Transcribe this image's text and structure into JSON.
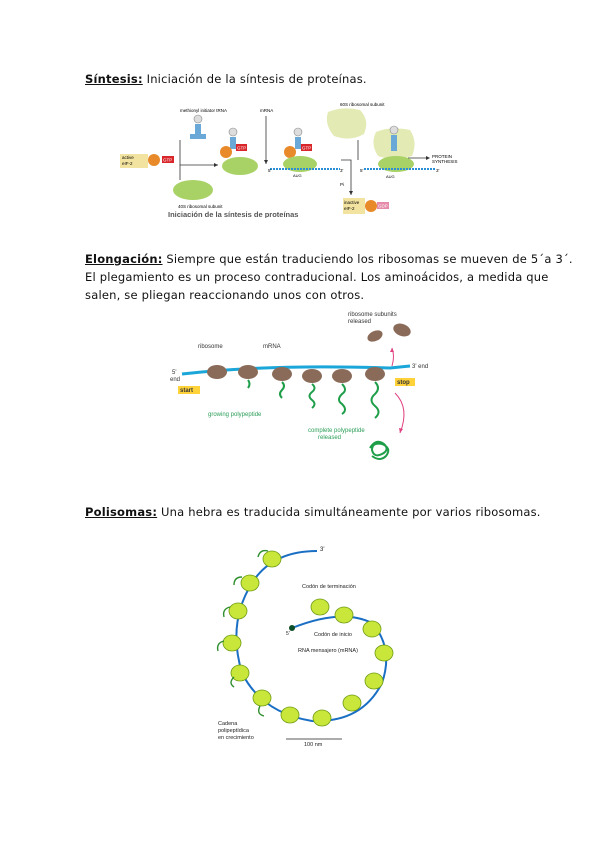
{
  "sections": {
    "sintesis": {
      "heading": "Síntesis:",
      "text": " Iniciación de la síntesis de proteínas."
    },
    "elongacion": {
      "heading": "Elongación:",
      "text": " Siempre que están traduciendo los ribosomas se mueven de 5´a 3´.",
      "line2": "El plegamiento es un proceso contraducional. Los aminoácidos, a medida que",
      "line3": "salen, se pliegan reaccionando unos con otros."
    },
    "polisomas": {
      "heading": "Polisomas:",
      "text": " Una hebra es traducida simultáneamente por varios ribosomas."
    }
  },
  "fig1": {
    "methionyl": "methionyl initiator tRNA",
    "mrna": "mRNA",
    "subunit60": "60S ribosomal subunit",
    "active": "active",
    "eif2": "eIF-2",
    "gtp": "GTP",
    "five": "5'",
    "three": "3'",
    "aug": "AUG",
    "protein": "PROTEIN",
    "synthesis": "SYNTHESIS",
    "subunit40": "40S ribosomal subunit",
    "pi": "Pi",
    "inactive": "inactive",
    "gdp": "GDP",
    "caption": "Iniciación de la síntesis de proteínas"
  },
  "fig2": {
    "subunits": "ribosome subunits",
    "released": "released",
    "ribosome": "ribosome",
    "mrna": "mRNA",
    "five": "5'",
    "end": "end",
    "three_end": "3' end",
    "start": "start",
    "stop": "stop",
    "growing": "growing polypeptide",
    "complete": "complete polypeptide",
    "released2": "released"
  },
  "fig3": {
    "three": "3'",
    "termination": "Codón de terminación",
    "five": "5'",
    "start": "Codón de inicio",
    "rna": "RNA mensajero (mRNA)",
    "cadena": "Cadena",
    "polipeptidica": "polipeptídica",
    "crecimiento": "en crecimiento",
    "scale": "100 nm"
  }
}
